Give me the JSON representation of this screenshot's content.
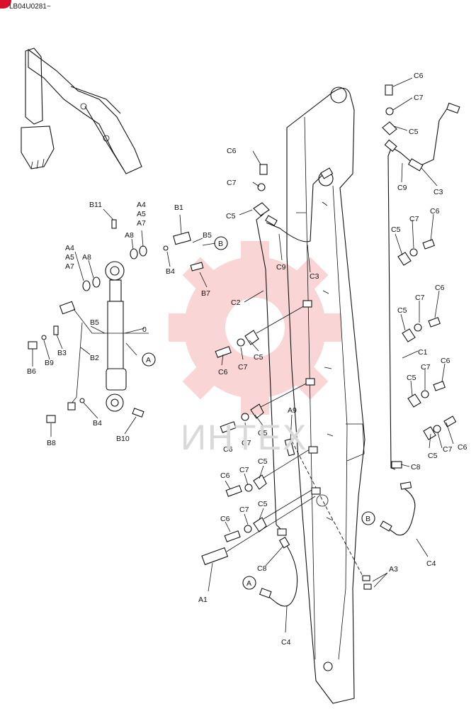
{
  "header": {
    "code": "LB04U0281~"
  },
  "watermark": {
    "text": "ИНТЕХ",
    "color": "#f2a0a0"
  },
  "colors": {
    "ink": "#111111",
    "accent": "#d8102a"
  },
  "labels": {
    "c6_top": "C6",
    "c7_top": "C7",
    "c5_top": "C5",
    "c9_top": "C9",
    "c3_top": "C3",
    "c5_r1": "C5",
    "c7_r1": "C7",
    "c6_r1": "C6",
    "c5_r2": "C5",
    "c7_r2": "C7",
    "c6_r2": "C6",
    "c1": "C1",
    "c5_r3": "C5",
    "c7_r3": "C7",
    "c6_r3": "C6",
    "c5_r4": "C5",
    "c7_r4": "C7",
    "c6_r4": "C6",
    "c8_r": "C8",
    "b_r": "B",
    "c4_r": "C4",
    "c6_l1": "C6",
    "c7_l1": "C7",
    "c5_l1": "C5",
    "c9_l": "C9",
    "c3_l": "C3",
    "c2": "C2",
    "c6_l2": "C6",
    "c7_l2": "C7",
    "c5_l2": "C5",
    "c6_l3": "C6",
    "c7_l3": "C7",
    "c5_l3": "C5",
    "a9": "A9",
    "c6_l4": "C6",
    "c7_l4": "C7",
    "c5_l4": "C5",
    "c6_l5": "C6",
    "c7_l5": "C7",
    "c5_l5": "C5",
    "c8_l": "C8",
    "a1": "A1",
    "a_l": "A",
    "c4_l": "C4",
    "a3": "A3",
    "b11": "B11",
    "a4_top": "A4",
    "a5_top": "A5",
    "a7_top": "A7",
    "a8_top": "A8",
    "b1": "B1",
    "b5_top": "B5",
    "b_callout": "B",
    "b4_top": "B4",
    "b7": "B7",
    "a4_left": "A4",
    "a5_left": "A5",
    "a7_left": "A7",
    "a8_left": "A8",
    "b5_left": "B5",
    "zero": "0",
    "a_callout": "A",
    "b6": "B6",
    "b9": "B9",
    "b3": "B3",
    "b2": "B2",
    "b8": "B8",
    "b4_bot": "B4",
    "b10": "B10"
  }
}
